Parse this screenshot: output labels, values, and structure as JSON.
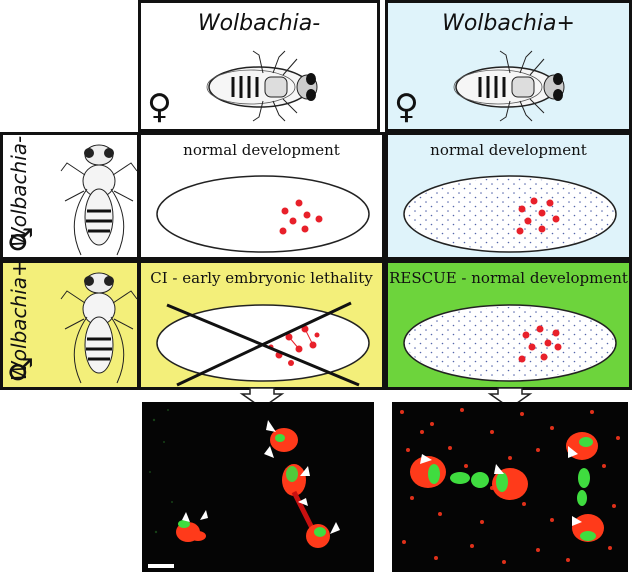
{
  "columns": [
    {
      "label": "Wolbachia-",
      "sex_symbol": "♀",
      "bg": "#ffffff"
    },
    {
      "label": "Wolbachia+",
      "sex_symbol": "♀",
      "bg": "#dff3fa"
    }
  ],
  "rows": [
    {
      "label": "Wolbachia-",
      "sex_symbol": "♂",
      "bg": "#ffffff"
    },
    {
      "label": "Wolbachia+",
      "sex_symbol": "♂",
      "bg": "#f3ef7a"
    }
  ],
  "cells": {
    "r1c1": {
      "text": "normal development",
      "bg": "#ffffff"
    },
    "r1c2": {
      "text": "normal development",
      "bg": "#dff3fa"
    },
    "r2c1": {
      "text": "CI - early embryonic lethality",
      "bg": "#f3ef7a"
    },
    "r2c2": {
      "text": "RESCUE - normal development",
      "bg": "#6dd43c"
    }
  },
  "colors": {
    "nucleus_red": "#e8202a",
    "wolbachia_dot": "#5566aa",
    "micro_green": "#3fdc3f",
    "micro_red": "#ff3a1a"
  }
}
